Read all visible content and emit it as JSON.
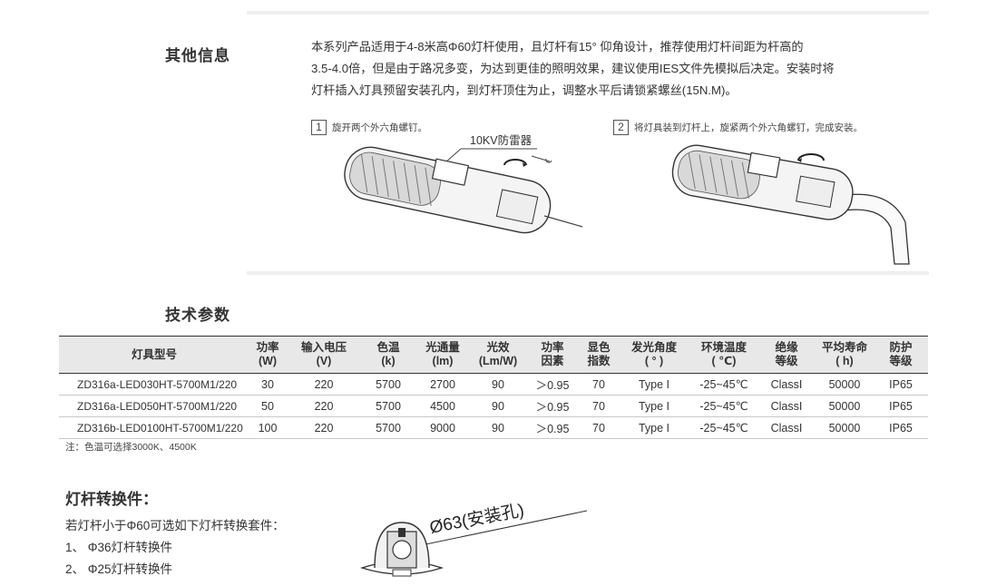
{
  "other_info": {
    "title": "其他信息",
    "lines": [
      "本系列产品适用于4-8米高Φ60灯杆使用，且灯杆有15° 仰角设计，推荐使用灯杆间距为杆高的",
      "3.5-4.0倍，但是由于路况多变，为达到更佳的照明效果，建议使用IES文件先模拟后决定。安装时将",
      "灯杆插入灯具预留安装孔内，到灯杆顶住为止，调整水平后请锁紧螺丝(15N.M)。"
    ]
  },
  "steps": [
    {
      "num": "1",
      "text": "旋开两个外六角螺钉。",
      "callout": "10KV防雷器"
    },
    {
      "num": "2",
      "text": "将灯具装到灯杆上，旋紧两个外六角螺钉，完成安装。"
    }
  ],
  "tech": {
    "title": "技术参数",
    "headers": [
      [
        "灯具型号"
      ],
      [
        "功率",
        "(W)"
      ],
      [
        "输入电压",
        "(V)"
      ],
      [
        "色温",
        "(k)"
      ],
      [
        "光通量",
        "(lm)"
      ],
      [
        "光效",
        "(Lm/W)"
      ],
      [
        "功率",
        "因素"
      ],
      [
        "显色",
        "指数"
      ],
      [
        "发光角度",
        "( ° )"
      ],
      [
        "环境温度",
        "( ℃)"
      ],
      [
        "绝缘",
        "等级"
      ],
      [
        "平均寿命",
        "( h)"
      ],
      [
        "防护",
        "等级"
      ]
    ],
    "rows": [
      [
        "ZD316a-LED030HT-5700M1/220",
        "30",
        "220",
        "5700",
        "2700",
        "90",
        "＞0.95",
        "70",
        "Type I",
        "-25~45℃",
        "ClassI",
        "50000",
        "IP65"
      ],
      [
        "ZD316a-LED050HT-5700M1/220",
        "50",
        "220",
        "5700",
        "4500",
        "90",
        "＞0.95",
        "70",
        "Type I",
        "-25~45℃",
        "ClassI",
        "50000",
        "IP65"
      ],
      [
        "ZD316b-LED0100HT-5700M1/220",
        "100",
        "220",
        "5700",
        "9000",
        "90",
        "＞0.95",
        "70",
        "Type I",
        "-25~45℃",
        "ClassI",
        "50000",
        "IP65"
      ]
    ],
    "note": "注：色温可选择3000K、4500K"
  },
  "converter": {
    "title": "灯杆转换件：",
    "lines": [
      "若灯杆小于Φ60可选如下灯杆转换套件：",
      "1、 Φ36灯杆转换件",
      "2、 Φ25灯杆转换件"
    ],
    "dim_label": "Ø63(安装孔)"
  }
}
